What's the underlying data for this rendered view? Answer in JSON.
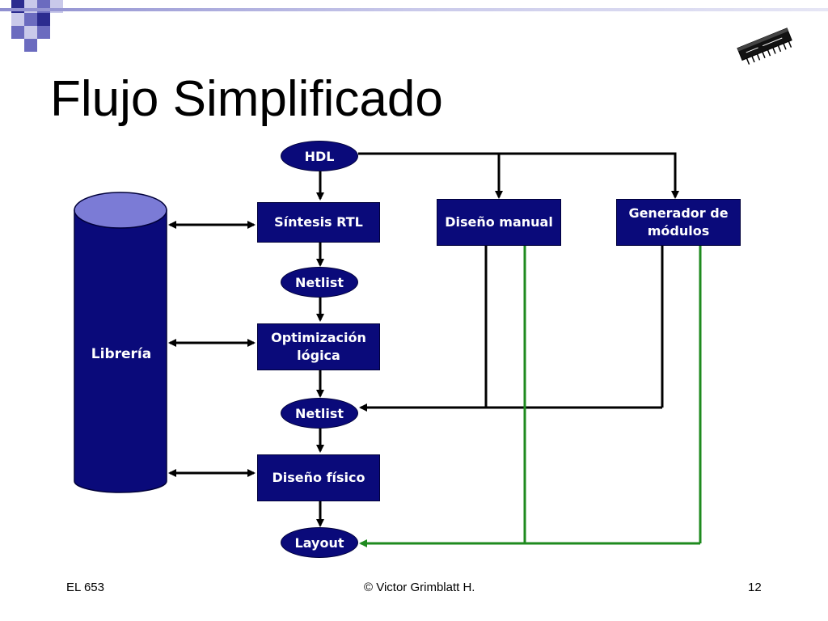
{
  "slide": {
    "title": "Flujo Simplificado"
  },
  "diagram": {
    "library": "Librería",
    "nodes": {
      "hdl": "HDL",
      "sintesis_rtl": "Síntesis RTL",
      "netlist_1": "Netlist",
      "optimizacion_logica": "Optimización lógica",
      "netlist_2": "Netlist",
      "diseno_fisico": "Diseño físico",
      "layout": "Layout",
      "diseno_manual": "Diseño manual",
      "generador_modulos": "Generador de módulos"
    }
  },
  "footer": {
    "left": "EL 653",
    "center": "© Victor Grimblatt H.",
    "right": "12"
  },
  "colors": {
    "box_fill": "#0a0a7a",
    "cylinder_top": "#7b7bd6",
    "green_line": "#1e8a1e",
    "header_accent": "#6b6bbf"
  },
  "icons": {
    "chip": "integrated-circuit-chip-icon"
  }
}
